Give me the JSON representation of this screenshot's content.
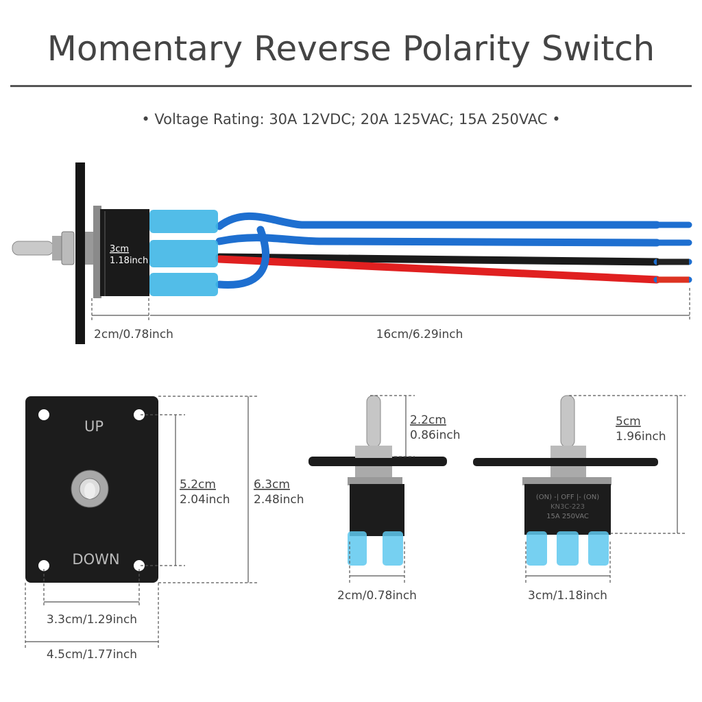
{
  "title": "Momentary Reverse Polarity Switch",
  "subtitle": "• Voltage Rating: 30A 12VDC; 20A 125VAC; 15A 250VAC •",
  "colors": {
    "title": "#444444",
    "blue_wire": "#1e6fd0",
    "red_wire": "#e02020",
    "black_wire": "#1a1a1a",
    "terminal": "#3fb6e6",
    "panel": "#1c1c1c"
  },
  "side_view": {
    "height_cm": "3cm",
    "height_inch": "1.18inch",
    "body_length": "2cm/0.78inch",
    "wire_length": "16cm/6.29inch"
  },
  "panel": {
    "label_up": "UP",
    "label_down": "DOWN",
    "hole_spacing_v_cm": "5.2cm",
    "hole_spacing_v_inch": "2.04inch",
    "height_cm": "6.3cm",
    "height_inch": "2.48inch",
    "hole_spacing_h": "3.3cm/1.29inch",
    "width": "4.5cm/1.77inch"
  },
  "side_switch": {
    "lever_cm": "2.2cm",
    "lever_inch": "0.86inch",
    "width": "2cm/0.78inch"
  },
  "front_switch": {
    "height_cm": "5cm",
    "height_inch": "1.96inch",
    "width": "3cm/1.18inch",
    "marking_line1": "(ON) -| OFF |- (ON)",
    "marking_line2": "KN3C-223",
    "marking_line3": "15A 250VAC"
  }
}
